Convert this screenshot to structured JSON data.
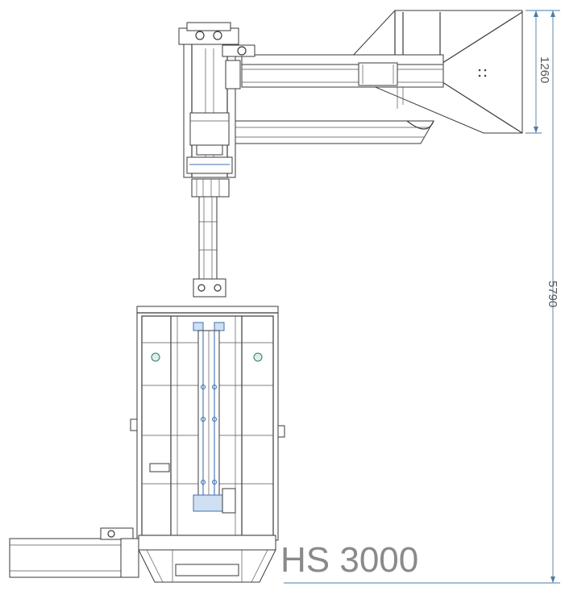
{
  "model_label": "HS 3000",
  "dimensions": {
    "hopper_height": "1260",
    "total_height": "5790"
  },
  "colors": {
    "line": "#3a3a3a",
    "dimension_line": "#4a7ea8",
    "accent_blue": "#3d6fb0",
    "label_gray": "#8a8a8a"
  }
}
